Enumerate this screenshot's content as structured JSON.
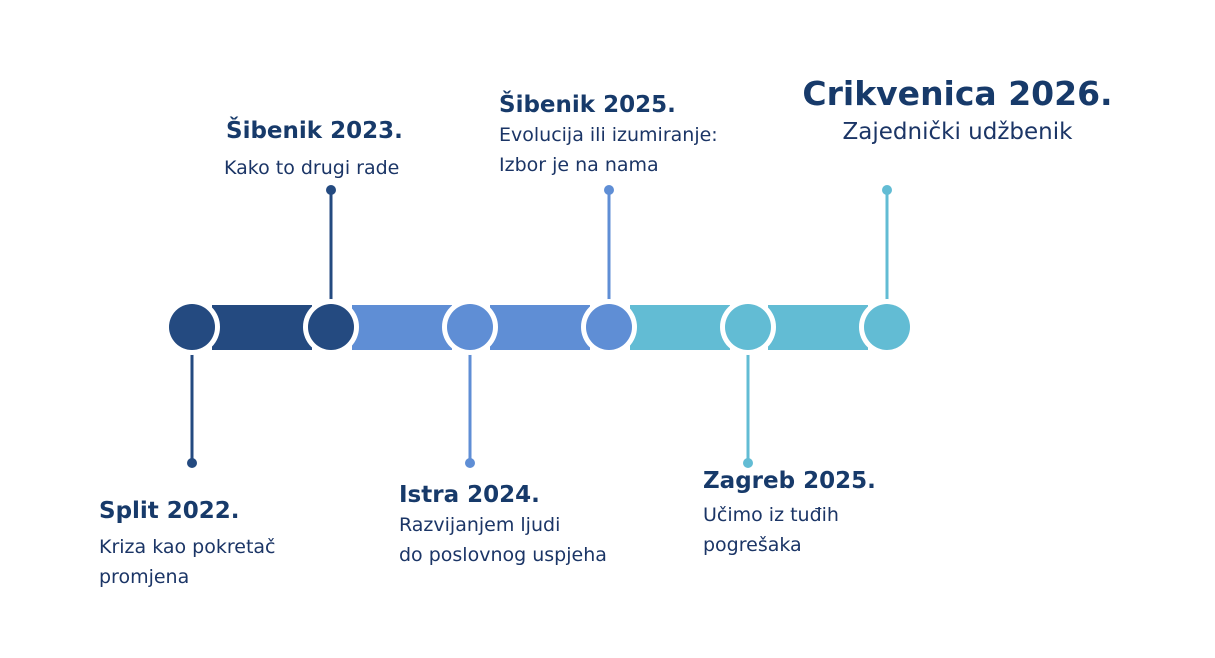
{
  "colors": {
    "dark_blue": "#244a80",
    "mid_blue": "#5f8ed5",
    "light_blue": "#62bcd4",
    "text": "#173a6a"
  },
  "milestones": [
    {
      "title": "Split 2022.",
      "subtitle_lines": [
        "Kriza kao pokretač",
        "promjena"
      ],
      "position": "below"
    },
    {
      "title": "Šibenik 2023.",
      "subtitle_lines": [
        "Kako to drugi rade"
      ],
      "position": "above"
    },
    {
      "title": "Istra 2024.",
      "subtitle_lines": [
        "Razvijanjem ljudi",
        "do poslovnog uspjeha"
      ],
      "position": "below"
    },
    {
      "title": "Šibenik 2025.",
      "subtitle_lines": [
        "Evolucija ili izumiranje:",
        "Izbor je na nama"
      ],
      "position": "above"
    },
    {
      "title": "Zagreb 2025.",
      "subtitle_lines": [
        "Učimo iz tuđih",
        "pogrešaka"
      ],
      "position": "below"
    },
    {
      "title": "Crikvenica 2026.",
      "subtitle_lines": [
        "Zajednički udžbenik"
      ],
      "position": "above"
    }
  ]
}
